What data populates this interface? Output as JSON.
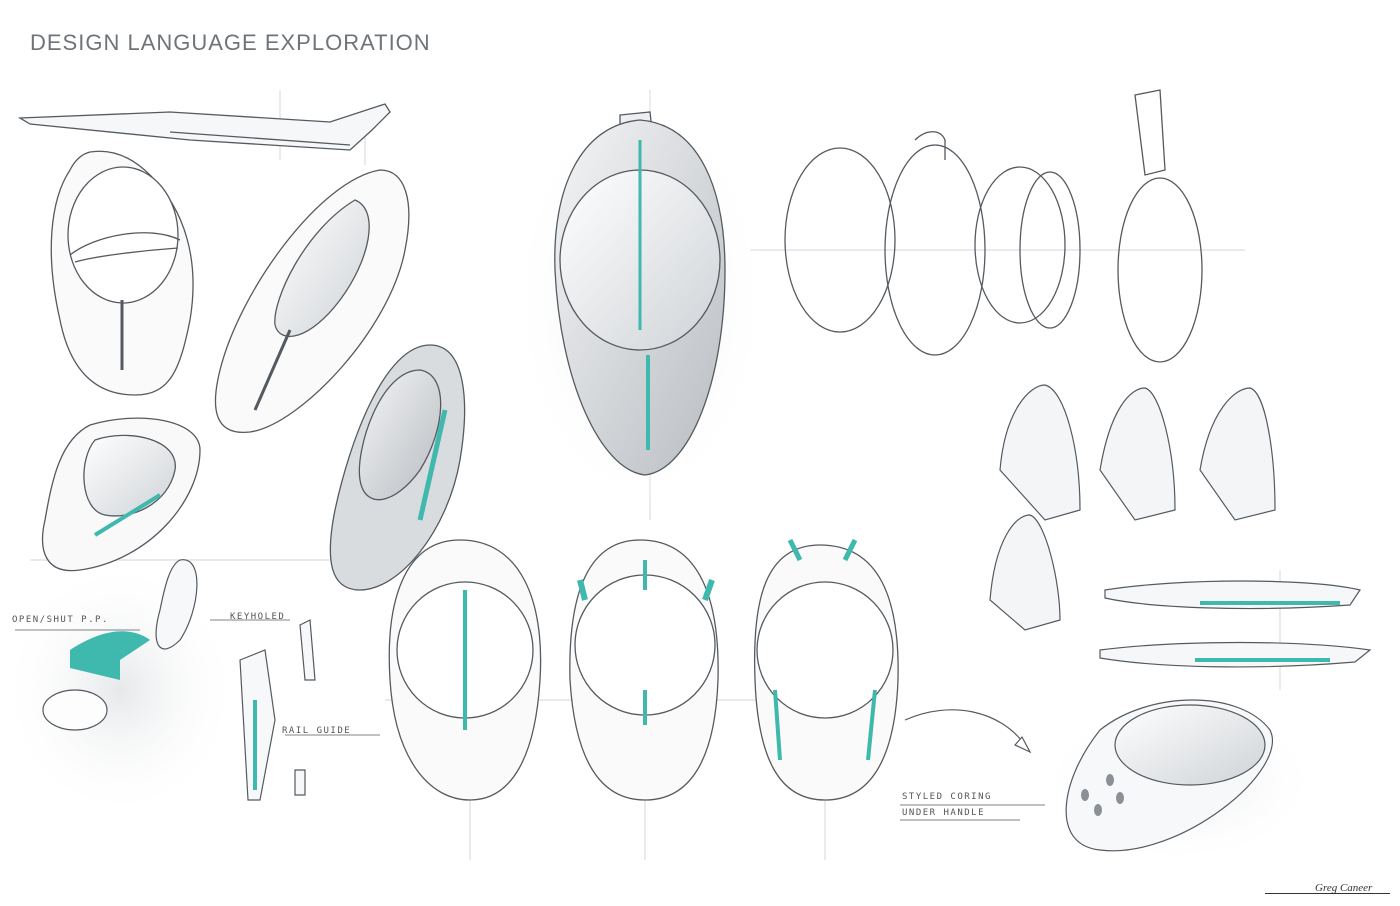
{
  "page": {
    "title": "DESIGN LANGUAGE EXPLORATION",
    "signature": "Greg Caneer"
  },
  "annotations": {
    "open_shut": "OPEN/SHUT P.P.",
    "keyholed": "KEYHOLED",
    "rail_guide": "RAIL GUIDE",
    "styled_coring_1": "STYLED CORING",
    "styled_coring_2": "UNDER HANDLE"
  },
  "colors": {
    "accent": "#3fb8ad",
    "line": "#555a60",
    "shade": "#c9ccd0"
  }
}
